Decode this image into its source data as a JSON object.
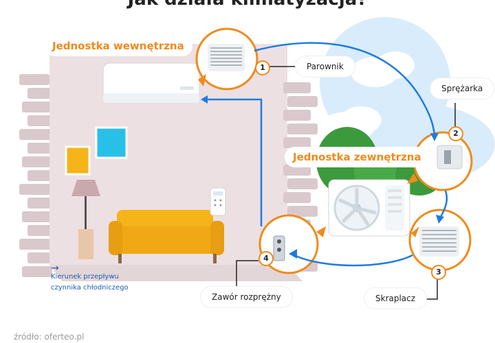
{
  "title": "Jak działa klimatyzacja?",
  "units": {
    "indoor": "Jednostka wewnętrzna",
    "outdoor": "Jednostka zewnętrzna"
  },
  "components": [
    {
      "number": "1",
      "label": "Parownik"
    },
    {
      "number": "2",
      "label": "Sprężarka"
    },
    {
      "number": "3",
      "label": "Skraplacz"
    },
    {
      "number": "4",
      "label": "Zawór rozprężny"
    }
  ],
  "legend": {
    "arrow": "→",
    "line1": "Kierunek przepływu",
    "line2": "czynnika chłodniczego"
  },
  "source": "źródło: oferteo.pl",
  "colors": {
    "accent": "#f08a1c",
    "flow": "#1e7be0",
    "wall": "#ede0e2",
    "sofa": "#f4b41a",
    "sky": "#d8ecfb"
  }
}
